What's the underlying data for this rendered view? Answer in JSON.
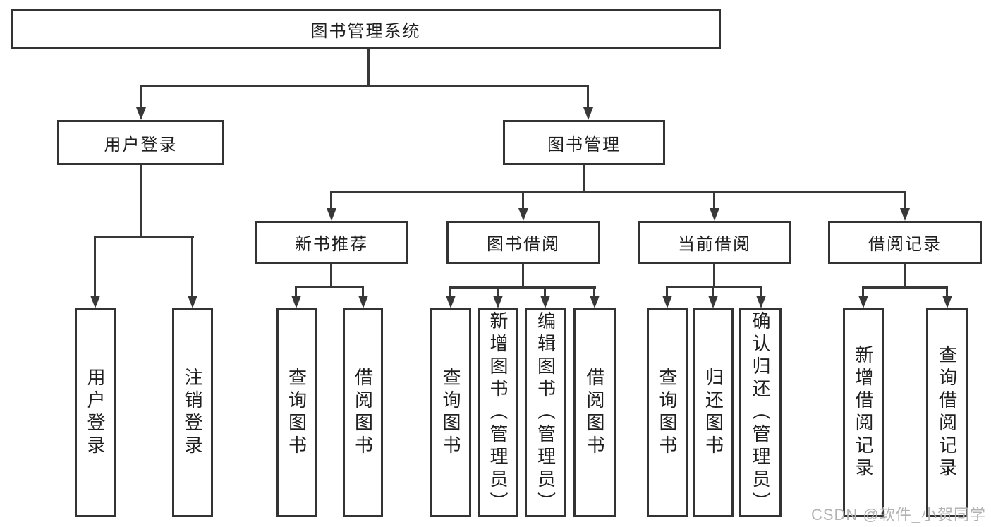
{
  "colors": {
    "background": "#ffffff",
    "box_border": "#333333",
    "connector_line": "#383838",
    "text": "#1f1f1f",
    "watermark": "#b3b3b3"
  },
  "tree": {
    "root": {
      "label": "图书管理系统"
    },
    "branches": [
      {
        "label": "用户登录",
        "children": [
          {
            "label": "用户登录"
          },
          {
            "label": "注销登录"
          }
        ]
      },
      {
        "label": "图书管理",
        "children": [
          {
            "label": "新书推荐",
            "children": [
              {
                "label": "查询图书"
              },
              {
                "label": "借阅图书"
              }
            ]
          },
          {
            "label": "图书借阅",
            "children": [
              {
                "label": "查询图书"
              },
              {
                "label": "新增图书（管理员）"
              },
              {
                "label": "编辑图书（管理员）"
              },
              {
                "label": "借阅图书"
              }
            ]
          },
          {
            "label": "当前借阅",
            "children": [
              {
                "label": "查询图书"
              },
              {
                "label": "归还图书"
              },
              {
                "label": "确认归还（管理员）"
              }
            ]
          },
          {
            "label": "借阅记录",
            "children": [
              {
                "label": "新增借阅记录"
              },
              {
                "label": "查询借阅记录"
              }
            ]
          }
        ]
      }
    ]
  },
  "watermark": {
    "text": "CSDN @软件_小贺同学"
  }
}
